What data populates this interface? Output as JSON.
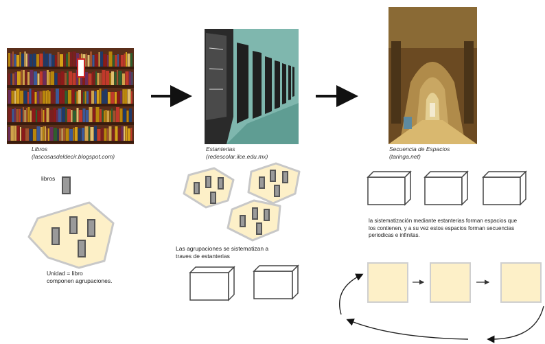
{
  "panels": [
    {
      "caption": "Libros",
      "source": "(lascosasdeldecir.blogspot.com)"
    },
    {
      "caption": "Estanterias",
      "source": "(redescolar.ilce.edu.mx)"
    },
    {
      "caption": "Secuencia de Espacios",
      "source": "(taringa.net)"
    }
  ],
  "notes": {
    "libros_label": "libros",
    "unidad_line1": "Unidad = libro",
    "unidad_line2": "componen agrupaciones.",
    "agrupaciones_line1": "Las agrupaciones se sistematizan a",
    "agrupaciones_line2": "traves de estanterias",
    "sistematizacion_line1": "la sistematización mediante estanterias forman espacios que",
    "sistematizacion_line2": "los contienen, y a su vez estos espacios forman secuencias",
    "sistematizacion_line3": "periodicas e infinitas."
  },
  "colors": {
    "cream": "#fdf0c8",
    "outline": "#c8c8c8",
    "book_gray": "#9a9a9a",
    "book_border": "#555555",
    "arrow": "#111111",
    "teal": "#7fb7ae"
  }
}
